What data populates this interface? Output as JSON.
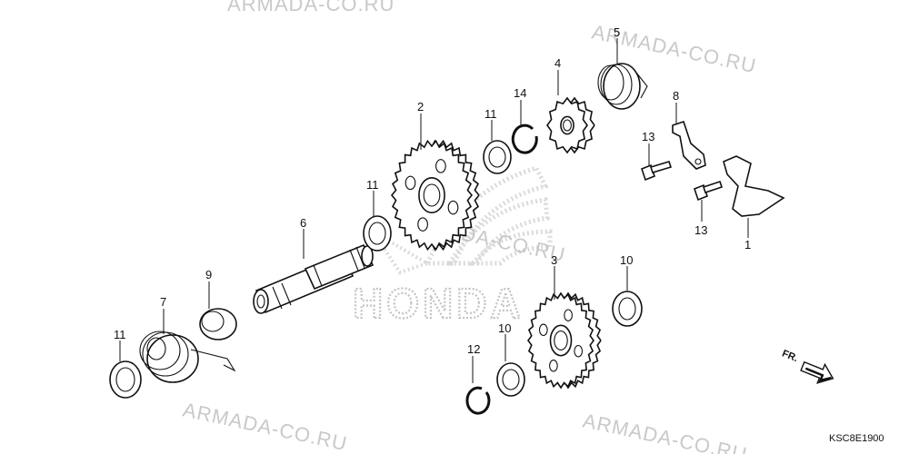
{
  "watermark": {
    "texts": [
      "ARMADA-CO.RU",
      "ARMADA-CO.RU",
      "ARMADA-CO.RU",
      "ARMADA-CO.RU",
      "ARMADA-CO.RU"
    ],
    "brand": "HONDA"
  },
  "callouts": [
    "1",
    "2",
    "3",
    "4",
    "5",
    "6",
    "7",
    "8",
    "9",
    "10",
    "10",
    "11",
    "11",
    "11",
    "12",
    "13",
    "13",
    "14"
  ],
  "direction_label": "FR.",
  "diagram_code": "KSC8E1900"
}
